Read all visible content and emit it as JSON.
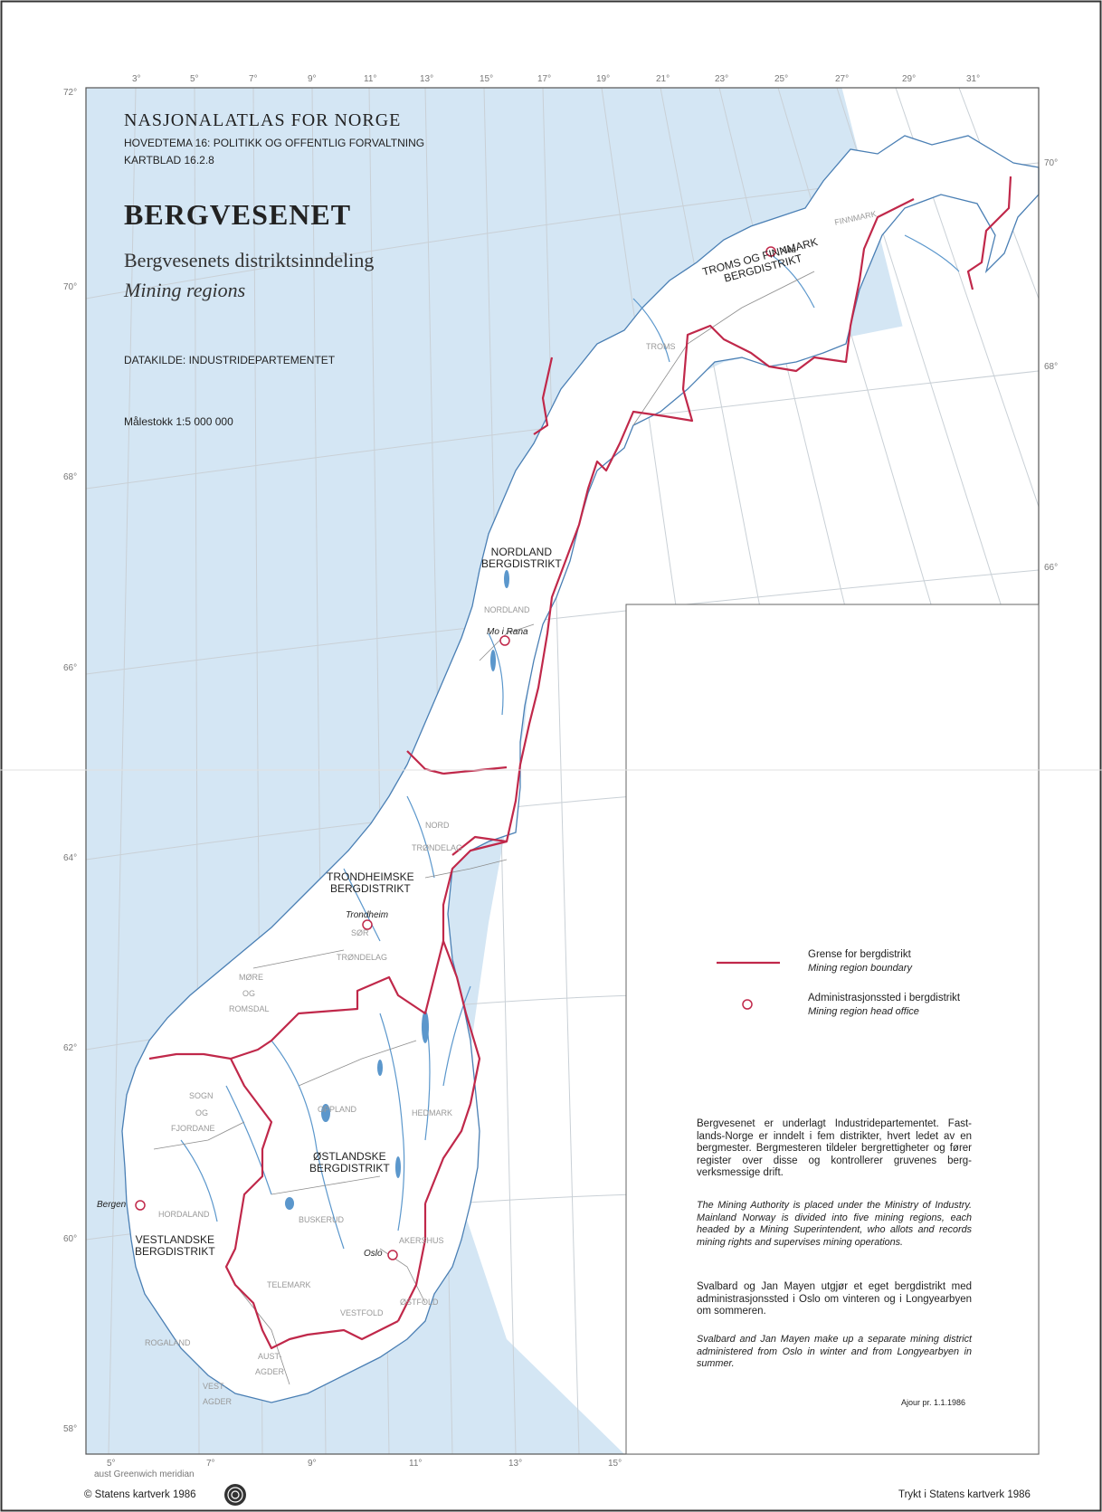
{
  "header": {
    "atlas_title": "NASJONALATLAS FOR NORGE",
    "theme": "HOVEDTEMA 16: POLITIKK OG OFFENTLIG FORVALTNING",
    "sheet": "KARTBLAD 16.2.8",
    "map_title": "BERGVESENET",
    "subtitle_no": "Bergvesenets distriktsinndeling",
    "subtitle_en": "Mining regions",
    "datasource": "DATAKILDE:  INDUSTRIDEPARTEMENTET",
    "scale": "Målestokk 1:5 000 000"
  },
  "graticule": {
    "lat_left": [
      "72°",
      "70°",
      "68°",
      "66°",
      "64°",
      "62°",
      "60°",
      "58°"
    ],
    "lat_right": [
      "70°",
      "68°",
      "66°"
    ],
    "lon_top": [
      "3°",
      "5°",
      "7°",
      "9°",
      "11°",
      "13°",
      "15°",
      "17°",
      "19°",
      "21°",
      "23°",
      "25°",
      "27°",
      "29°",
      "31°"
    ],
    "lon_bottom": [
      "5°",
      "7°",
      "9°",
      "11°",
      "13°",
      "15°"
    ],
    "meridian_note": "aust Greenwich meridian"
  },
  "regions": {
    "troms": [
      "TROMS OG FINNMARK",
      "BERGDISTRIKT"
    ],
    "nordland": [
      "NORDLAND",
      "BERGDISTRIKT"
    ],
    "trondheim": [
      "TRONDHEIMSKE",
      "BERGDISTRIKT"
    ],
    "ostland": [
      "ØSTLANDSKE",
      "BERGDISTRIKT"
    ],
    "vestland": [
      "VESTLANDSKE",
      "BERGDISTRIKT"
    ]
  },
  "counties": {
    "finnmark": "FINNMARK",
    "troms": "TROMS",
    "nordland": "NORDLAND",
    "nord": "NORD",
    "trondelag": "TRØNDELAG",
    "sor": "SØR",
    "sor_trondelag": "TRØNDELAG",
    "more": "MØRE",
    "og": "OG",
    "romsdal": "ROMSDAL",
    "sogn": "SOGN",
    "og2": "OG",
    "fjordane": "FJORDANE",
    "oppland": "OPPLAND",
    "hedmark": "HEDMARK",
    "hordaland": "HORDALAND",
    "buskerud": "BUSKERUD",
    "akershus": "AKERSHUS",
    "telemark": "TELEMARK",
    "vestfold": "VESTFOLD",
    "ostfold": "ØSTFOLD",
    "rogaland": "ROGALAND",
    "aust": "AUST-",
    "agder": "AGDER",
    "vest": "VEST-",
    "agder2": "AGDER"
  },
  "cities": {
    "alta": "Alta",
    "mo": "Mo i Rana",
    "trondheim": "Trondheim",
    "bergen": "Bergen",
    "oslo": "Oslo"
  },
  "legend": {
    "boundary_no": "Grense for bergdistrikt",
    "boundary_en": "Mining region boundary",
    "office_no": "Administrasjonssted i bergdistrikt",
    "office_en": "Mining region head office"
  },
  "notes": {
    "p1": "Bergvesenet er underlagt Industridepartementet. Fast-lands-Norge er inndelt i fem distrikter, hvert ledet av en bergmester. Bergmesteren tildeler bergrettigheter og fører register over disse og kontrollerer gruvenes berg-verksmessige drift.",
    "p2": "The Mining Authority is placed under the Ministry of Industry. Mainland Norway is divided into five mining regions, each headed by a Mining Superintendent, who allots and records mining rights and supervises mining operations.",
    "p3": "Svalbard og Jan Mayen utgjør et eget bergdistrikt med administrasjonssted i Oslo om vinteren og i Longyearbyen om sommeren.",
    "p4": "Svalbard and Jan Mayen make up a separate mining district administered from Oslo in winter and from Longyearbyen in summer.",
    "updated": "Ajour pr. 1.1.1986"
  },
  "footer": {
    "left": "© Statens kartverk  1986",
    "right": "Trykt i Statens kartverk 1986"
  },
  "colors": {
    "sea": "#d4e6f4",
    "land": "#ffffff",
    "boundary": "#c0284a",
    "water": "#5b97cc",
    "grid": "#bfc6cc"
  }
}
